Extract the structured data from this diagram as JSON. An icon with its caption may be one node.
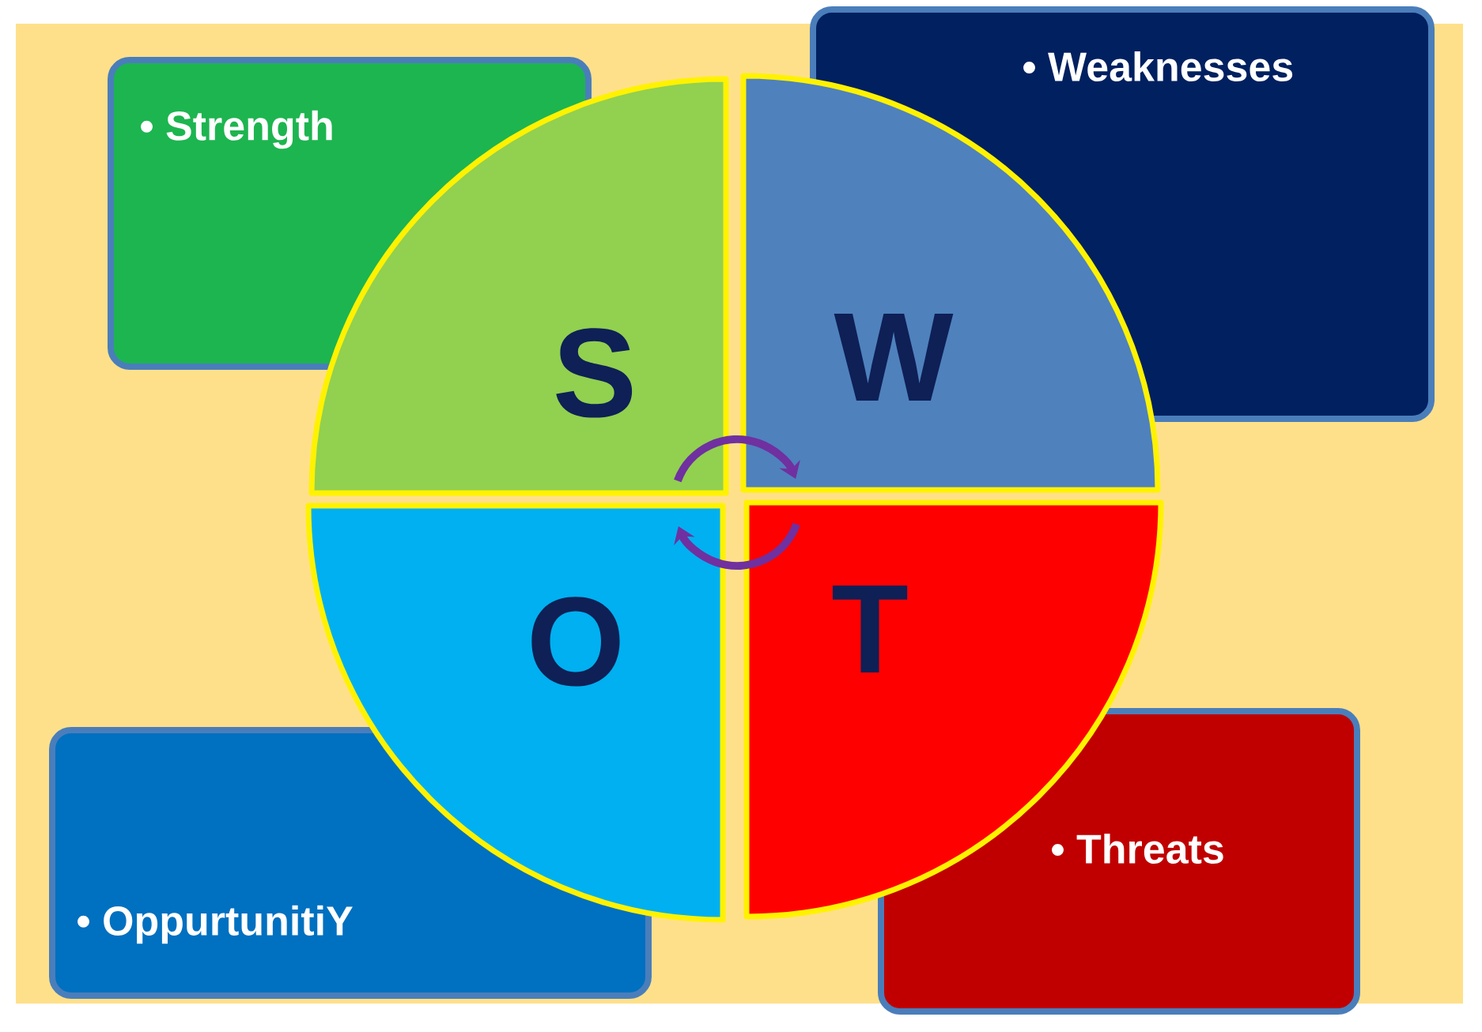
{
  "diagram": {
    "nodes": [
      {
        "text": [
          "• Strength"
        ]
      },
      {
        "text": [
          "• Weaknesses"
        ]
      },
      {
        "text": [
          "S"
        ]
      },
      {
        "text": [
          "W"
        ]
      },
      {
        "text": [
          "O"
        ]
      },
      {
        "text": [
          "T"
        ]
      },
      {
        "text": [
          "• Threats"
        ]
      },
      {
        "text": [
          "• OppurtunitiY"
        ]
      }
    ],
    "edges": [
      {
        "from": 2,
        "to": 3,
        "arrow": "to"
      },
      {
        "from": 5,
        "to": 4,
        "arrow": "to"
      }
    ]
  }
}
